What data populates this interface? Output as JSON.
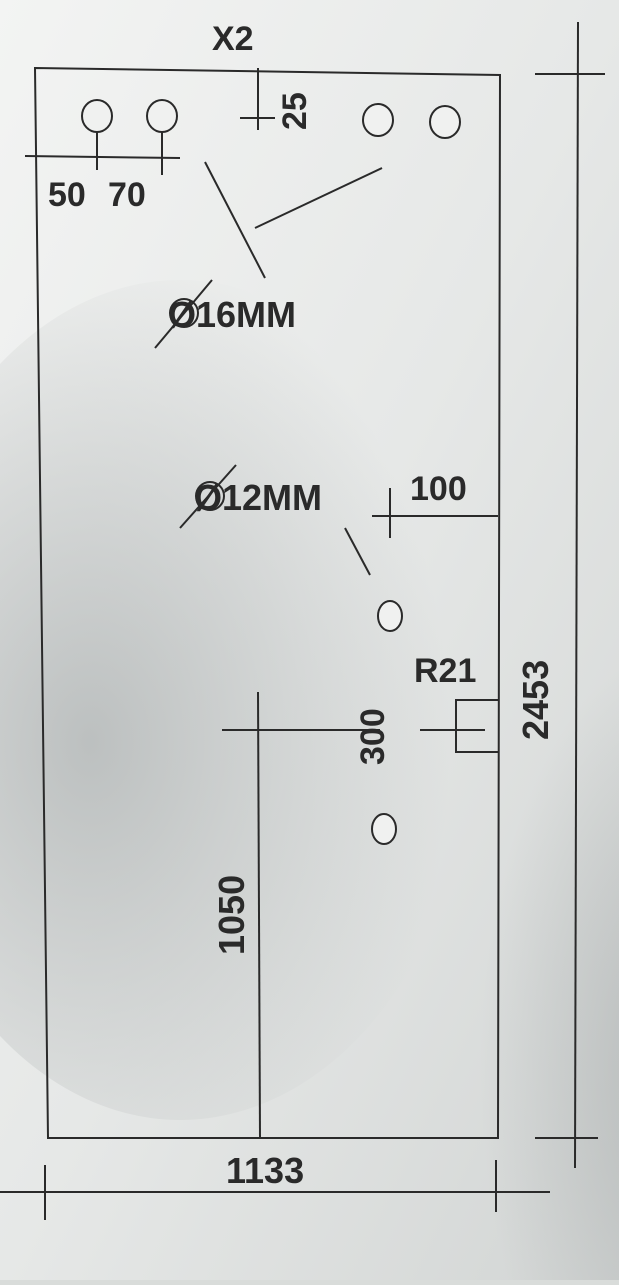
{
  "drawing": {
    "labels": {
      "quantity": "X2",
      "hole_spacing_1": "50",
      "hole_spacing_2": "70",
      "top_offset": "25",
      "large_hole_diameter": "Ø16MM",
      "small_hole_diameter": "Ø12MM",
      "edge_offset": "100",
      "radius": "R21",
      "hole_pitch": "300",
      "lower_height": "1050",
      "total_height": "2453",
      "total_width": "1133"
    },
    "colors": {
      "paper": "#eef0ee",
      "line": "#2a2a2a",
      "shadow": "#9ea2a2"
    }
  }
}
